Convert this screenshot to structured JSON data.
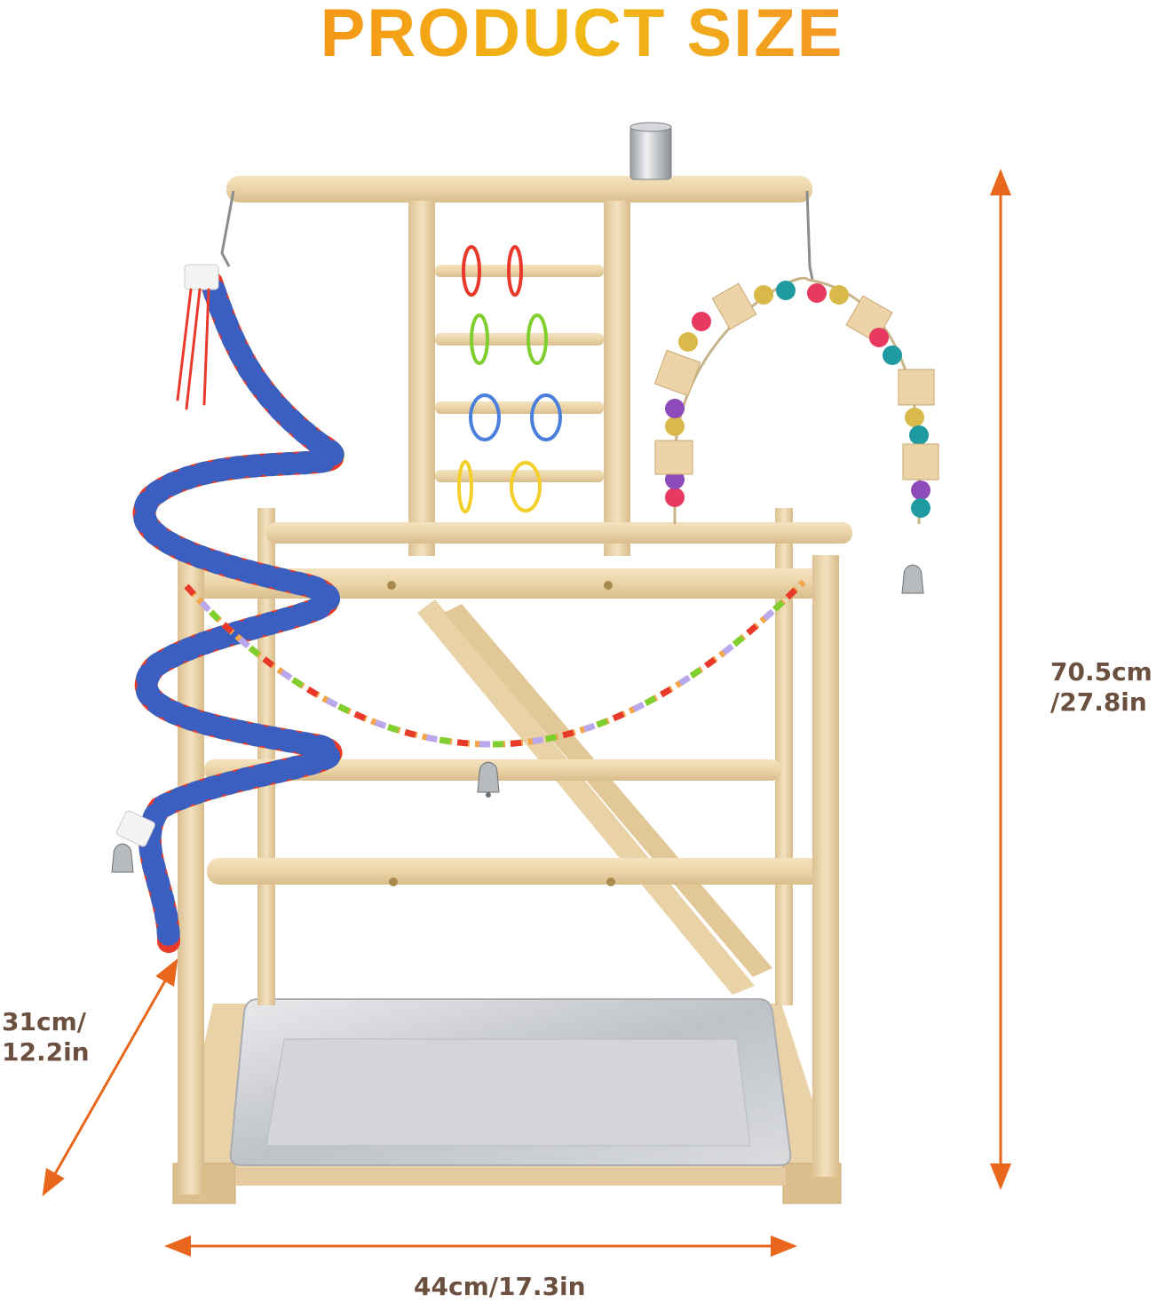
{
  "title": "PRODUCT SIZE",
  "dimensions": {
    "height": {
      "line1": "70.5cm",
      "line2": "/27.8in"
    },
    "depth": {
      "line1": "31cm/",
      "line2": "12.2in"
    },
    "width": {
      "label": "44cm/17.3in"
    }
  },
  "product": {
    "name": "bird play stand",
    "components": [
      "wooden frame",
      "ladder with rings",
      "stainless steel cup",
      "rope spiral perch",
      "beaded wooden swing",
      "acrylic chain with bell",
      "inclined ladder",
      "stainless steel tray"
    ]
  },
  "colors": {
    "arrow": "#e8671c",
    "dim_text": "#6b4f3f",
    "wood": "#ecd8b0",
    "wood_dark": "#d6bb8a",
    "steel": "#c8cacc",
    "ring_red": "#e8392a",
    "ring_green": "#7fcf2e",
    "ring_blue": "#4a7fdc",
    "ring_yellow": "#f4cf2a"
  }
}
